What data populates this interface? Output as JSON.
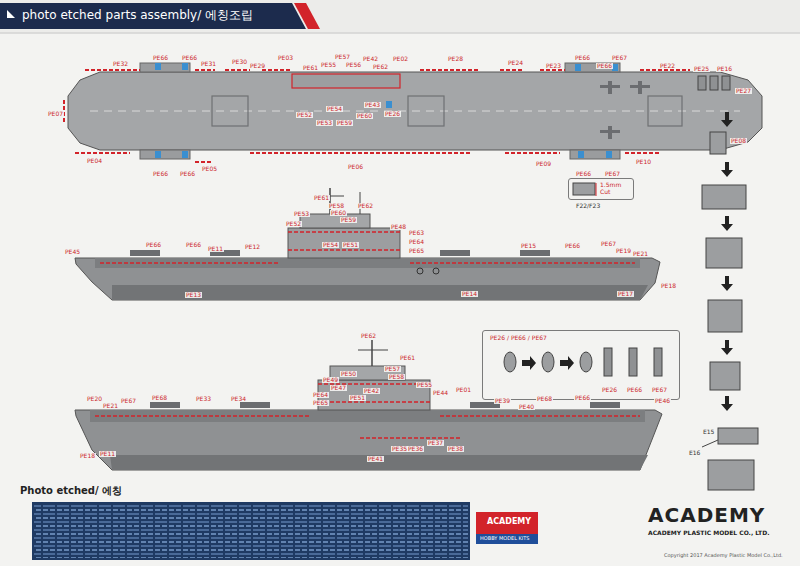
{
  "diagram": {
    "title": "photo etched parts assembly/ 에칭조립",
    "nodes": [
      {
        "text": [
          "1.5mm Cut",
          "F22/F23"
        ]
      },
      {
        "text": [
          "PE26 / PE66 / PE67",
          "PE26",
          "PE66",
          "PE67"
        ]
      }
    ],
    "labels": [
      "PE32",
      "PE66",
      "PE66",
      "PE31",
      "PE30",
      "PE29",
      "PE03",
      "PE61",
      "PE57",
      "PE55",
      "PE56",
      "PE42",
      "PE02",
      "PE62",
      "PE28",
      "PE24",
      "PE23",
      "PE66",
      "PE66",
      "PE67",
      "PE22",
      "PE07",
      "PE52",
      "PE54",
      "PE53",
      "PE59",
      "PE43",
      "PE60",
      "PE26",
      "PE04",
      "PE66",
      "PE66",
      "PE05",
      "PE06",
      "PE09",
      "PE66",
      "PE67",
      "PE10",
      "PE61",
      "PE58",
      "PE62",
      "PE60",
      "PE53",
      "PE59",
      "PE52",
      "PE48",
      "PE63",
      "PE64",
      "PE65",
      "PE45",
      "PE66",
      "PE66",
      "PE11",
      "PE12",
      "PE15",
      "PE66",
      "PE67",
      "PE19",
      "PE21",
      "PE54",
      "PE51",
      "PE13",
      "PE14",
      "PE17",
      "PE18",
      "PE62",
      "PE61",
      "PE57",
      "PE50",
      "PE49",
      "PE58",
      "PE47",
      "PE42",
      "PE64",
      "PE55",
      "PE65",
      "PE44",
      "PE01",
      "PE20",
      "PE21",
      "PE67",
      "PE68",
      "PE33",
      "PE34",
      "PE39",
      "PE40",
      "PE68",
      "PE66",
      "PE46",
      "PE51",
      "PE18",
      "PE11",
      "PE37",
      "PE35",
      "PE36",
      "PE38",
      "PE41",
      "PE25",
      "PE16",
      "PE27",
      "PE08",
      "E15",
      "E16",
      "Photo etched/ 에칭",
      "ACADEMY",
      "HOBBY MODEL KITS",
      "ACADEMY",
      "ACADEMY PLASTIC MODEL CO., LTD.",
      "Copyright 2017 Academy Plastic Model Co.,Ltd."
    ]
  }
}
